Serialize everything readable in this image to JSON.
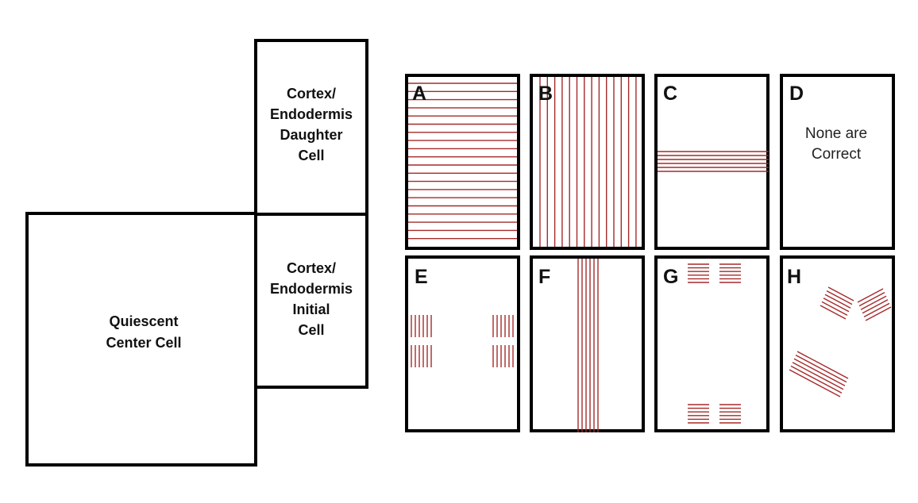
{
  "cells": {
    "daughter": {
      "lines": [
        "Cortex/",
        "Endodermis",
        "Daughter",
        "Cell"
      ]
    },
    "initial": {
      "lines": [
        "Cortex/",
        "Endodermis",
        "Initial",
        "Cell"
      ]
    },
    "quiescent": {
      "lines": [
        "Quiescent",
        "Center Cell"
      ]
    }
  },
  "panels": [
    {
      "letter": "A"
    },
    {
      "letter": "B"
    },
    {
      "letter": "C"
    },
    {
      "letter": "D",
      "note": [
        "None are",
        "Correct"
      ]
    },
    {
      "letter": "E"
    },
    {
      "letter": "F"
    },
    {
      "letter": "G"
    },
    {
      "letter": "H"
    }
  ],
  "colors": {
    "border": "#000000",
    "microtubule": "#a52a2a"
  }
}
